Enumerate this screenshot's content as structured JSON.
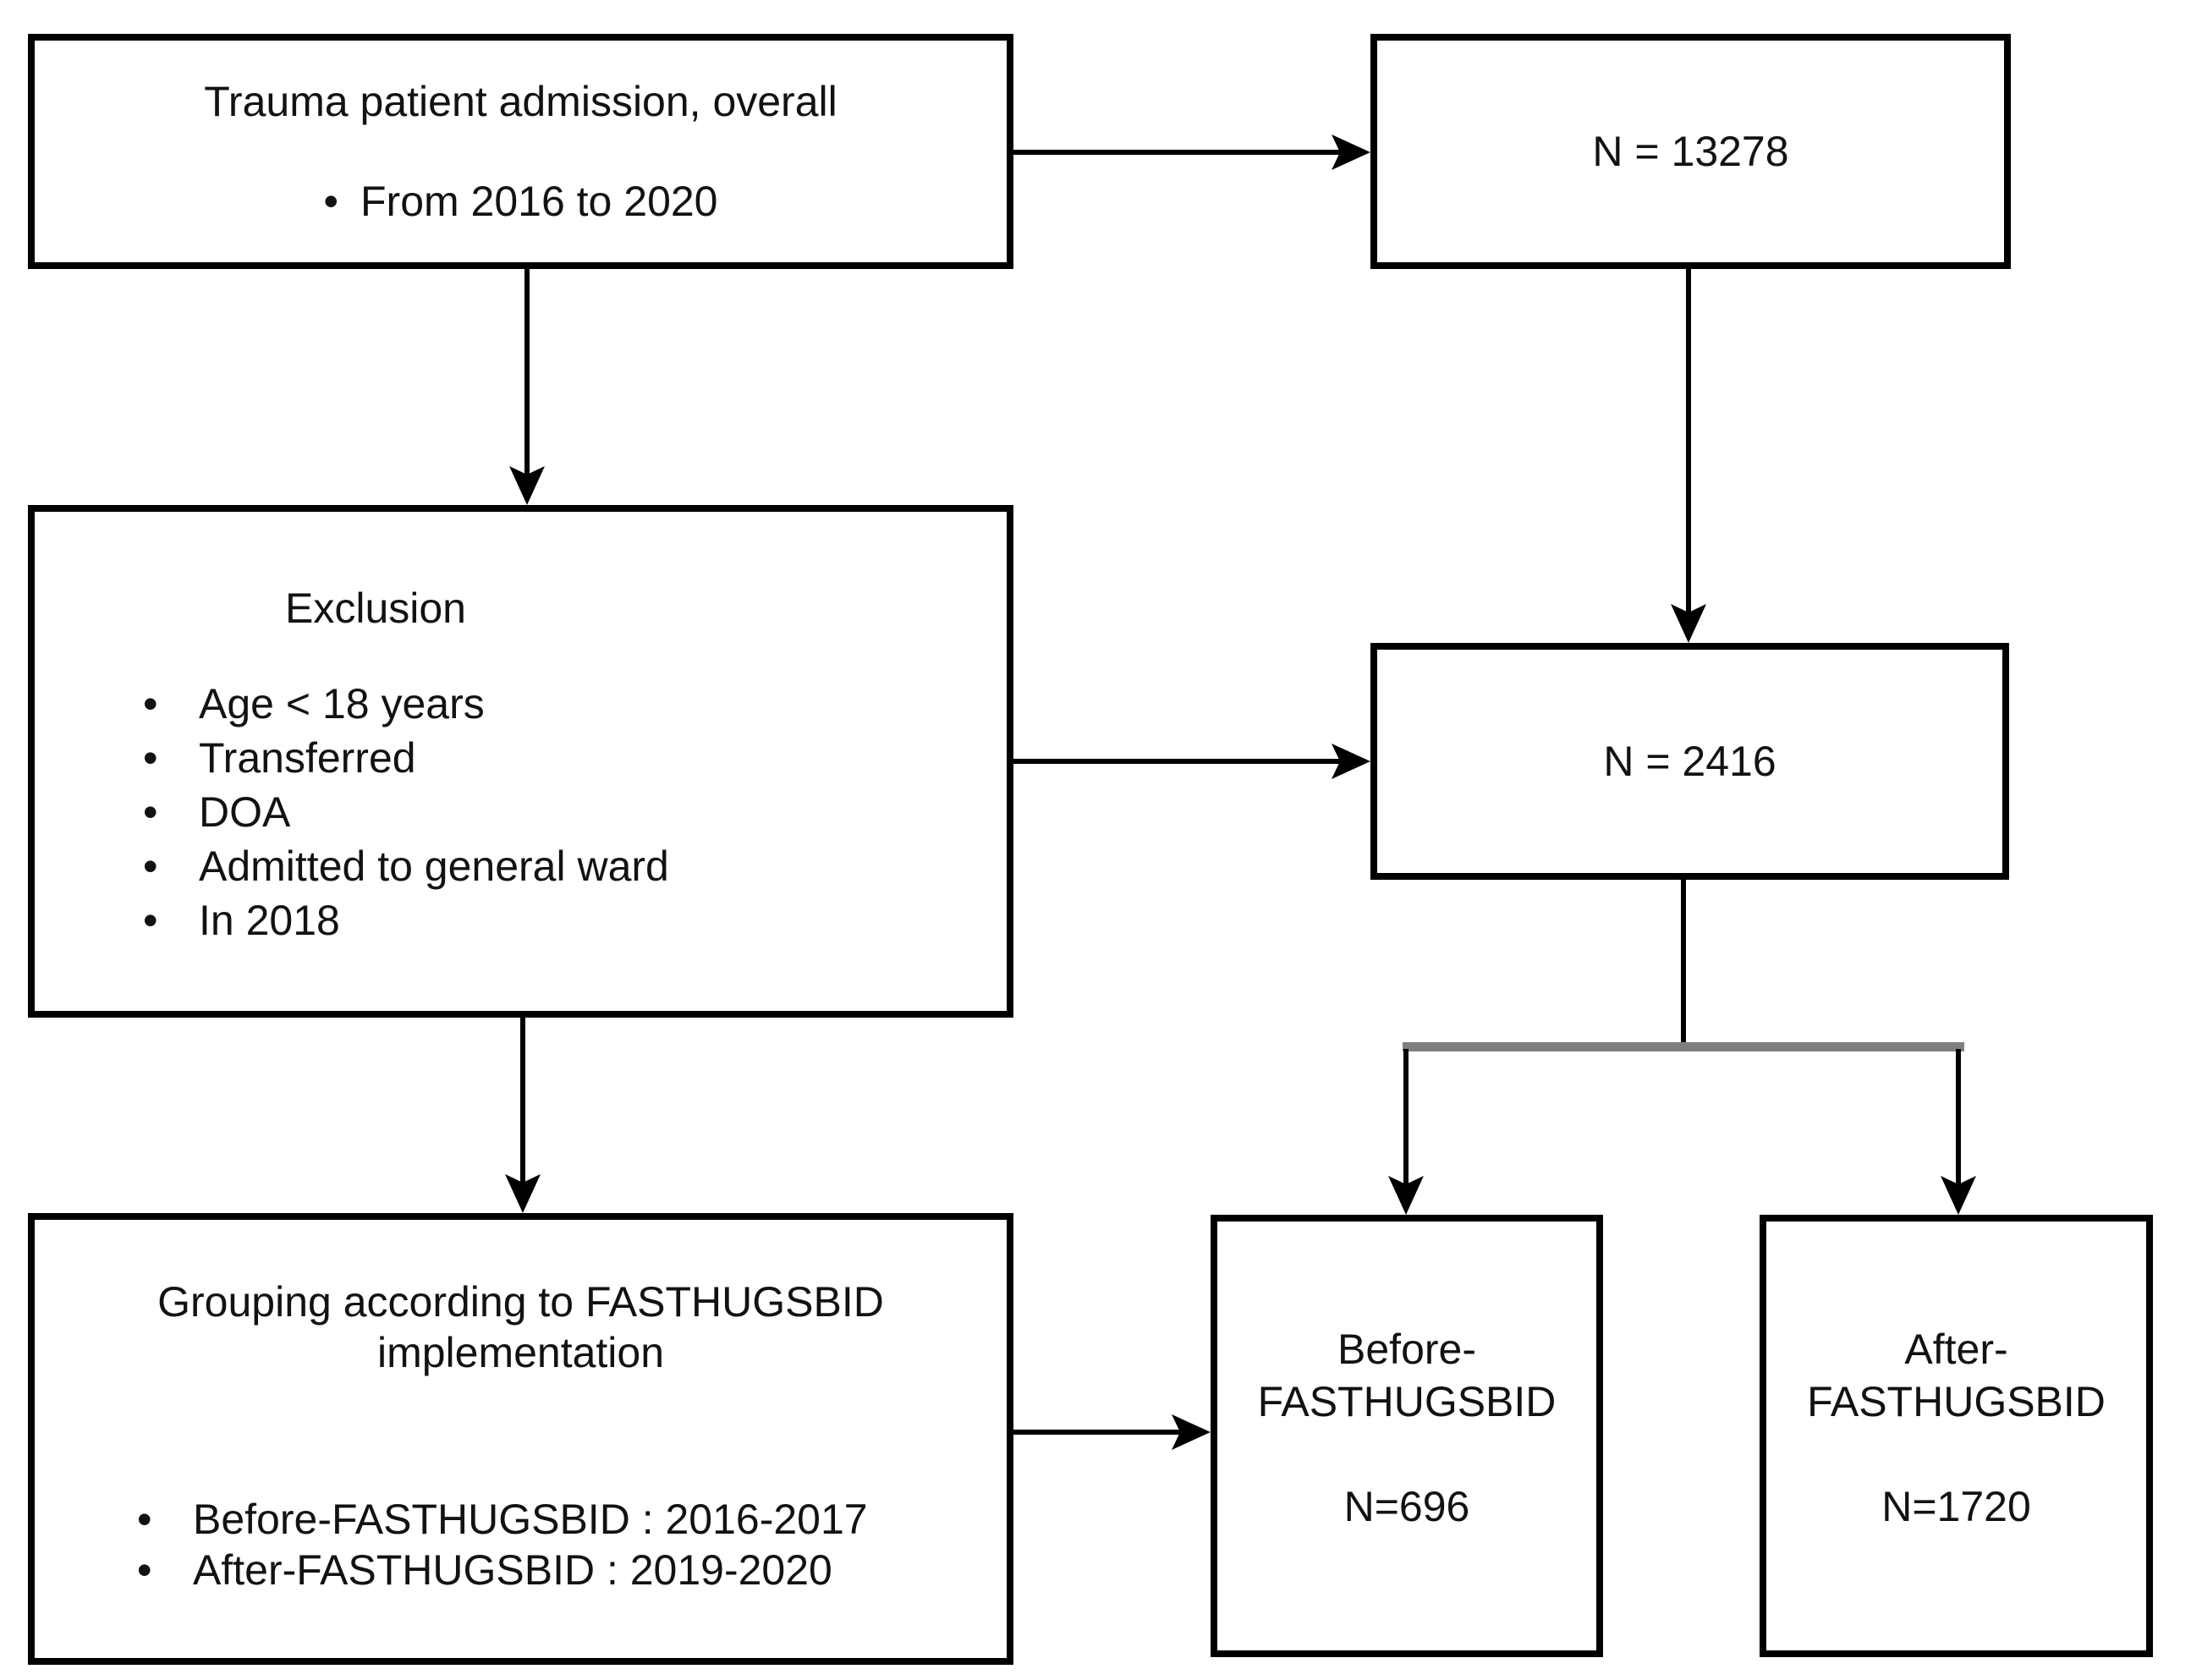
{
  "figure": {
    "background": "#ffffff",
    "line_color": "#000000",
    "split_bar_color": "#7f7f7f",
    "text_color": "#121212",
    "bullet_char": "•",
    "boxes": {
      "admission": {
        "title": "Trauma patient admission, overall",
        "bullets": [
          "From 2016 to 2020"
        ]
      },
      "n_overall": {
        "label": "N = 13278"
      },
      "exclusion": {
        "title": "Exclusion",
        "bullets": [
          "Age < 18 years",
          "Transferred",
          "DOA",
          "Admitted to general ward",
          "In 2018"
        ]
      },
      "n_included": {
        "label": "N = 2416"
      },
      "grouping": {
        "title": "Grouping according to FASTHUGSBID implementation",
        "bullets": [
          "Before-FASTHUGSBID : 2016-2017",
          "After-FASTHUGSBID : 2019-2020"
        ]
      },
      "before_group": {
        "name_line1": "Before-",
        "name_line2": "FASTHUGSBID",
        "count": "N=696"
      },
      "after_group": {
        "name_line1": "After-",
        "name_line2": "FASTHUGSBID",
        "count": "N=1720"
      }
    }
  }
}
